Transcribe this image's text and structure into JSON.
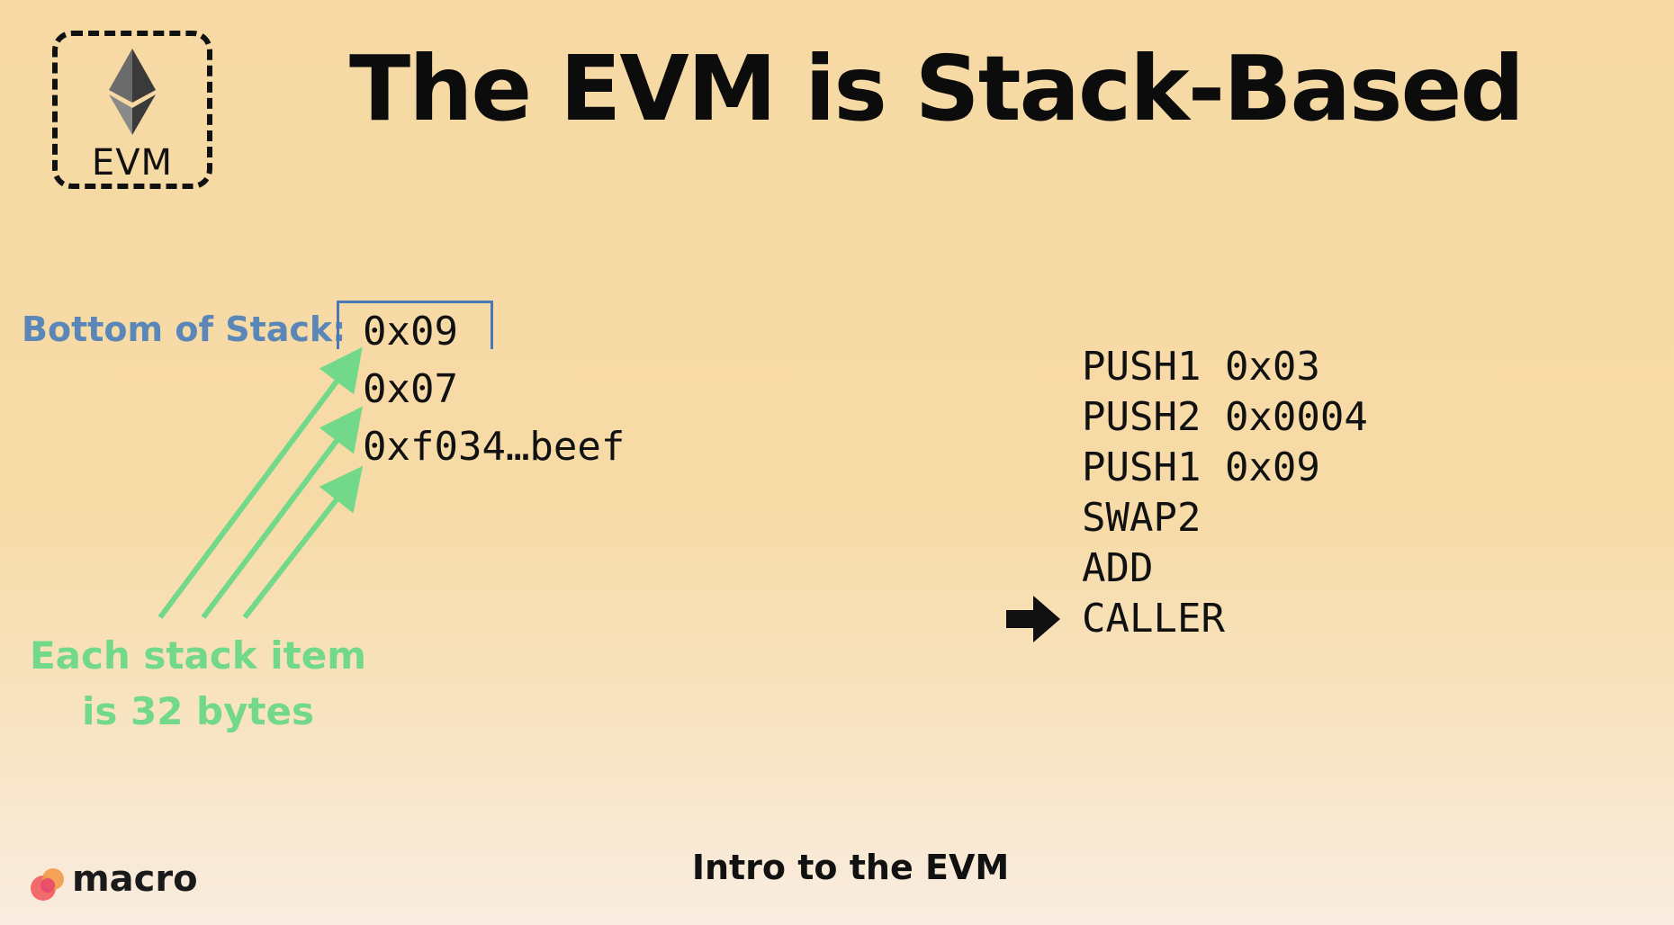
{
  "slide": {
    "title": "The EVM is Stack-Based",
    "footer": "Intro to the EVM",
    "background_color": "#f6d9a3"
  },
  "logo": {
    "label": "EVM",
    "icon": "ethereum-icon"
  },
  "stack": {
    "bottom_label": "Bottom of Stack:",
    "items": [
      "0x09",
      "0x07",
      "0xf034…beef"
    ],
    "caption_line1": "Each stack item",
    "caption_line2": "is 32 bytes",
    "label_color": "#5a86b8",
    "arrow_color": "#72d88a"
  },
  "code": {
    "lines": [
      "PUSH1 0x03",
      "PUSH2 0x0004",
      "PUSH1 0x09",
      "SWAP2",
      "ADD",
      "CALLER"
    ],
    "current_line": "CALLER",
    "pointer_icon": "right-arrow-icon"
  },
  "brand": {
    "name": "macro",
    "icon": "macro-logo-icon"
  }
}
